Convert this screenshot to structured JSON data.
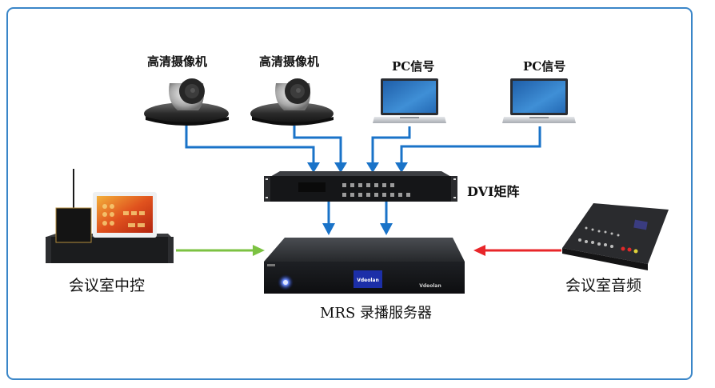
{
  "diagram": {
    "title": "MRS recording system topology",
    "nodes": {
      "camera1": {
        "label": "高清摄像机",
        "icon": "ptz-camera-icon"
      },
      "camera2": {
        "label": "高清摄像机",
        "icon": "ptz-camera-icon"
      },
      "pc1": {
        "label": "PC信号",
        "icon": "laptop-icon"
      },
      "pc2": {
        "label": "PC信号",
        "icon": "laptop-icon"
      },
      "dvi_matrix": {
        "label": "DVI矩阵",
        "icon": "rack-matrix-switch-icon"
      },
      "mrs_server": {
        "label": "MRS 录播服务器",
        "icon": "server-box-icon",
        "brand": "Vdeolan"
      },
      "central_control": {
        "label": "会议室中控",
        "icon": "control-system-icon"
      },
      "audio": {
        "label": "会议室音频",
        "icon": "audio-mixer-icon"
      }
    },
    "edges": [
      {
        "from": "camera1",
        "to": "dvi_matrix",
        "color": "#1a73c8"
      },
      {
        "from": "camera2",
        "to": "dvi_matrix",
        "color": "#1a73c8"
      },
      {
        "from": "pc1",
        "to": "dvi_matrix",
        "color": "#1a73c8"
      },
      {
        "from": "pc2",
        "to": "dvi_matrix",
        "color": "#1a73c8"
      },
      {
        "from": "dvi_matrix",
        "to": "mrs_server",
        "color": "#1a73c8"
      },
      {
        "from": "dvi_matrix",
        "to": "mrs_server",
        "color": "#1a73c8"
      },
      {
        "from": "central_control",
        "to": "mrs_server",
        "color": "#7cc242"
      },
      {
        "from": "audio",
        "to": "mrs_server",
        "color": "#e8262a"
      }
    ],
    "colors": {
      "frame": "#3a86c8",
      "video_link": "#1a73c8",
      "control_link": "#7cc242",
      "audio_link": "#e8262a"
    }
  }
}
